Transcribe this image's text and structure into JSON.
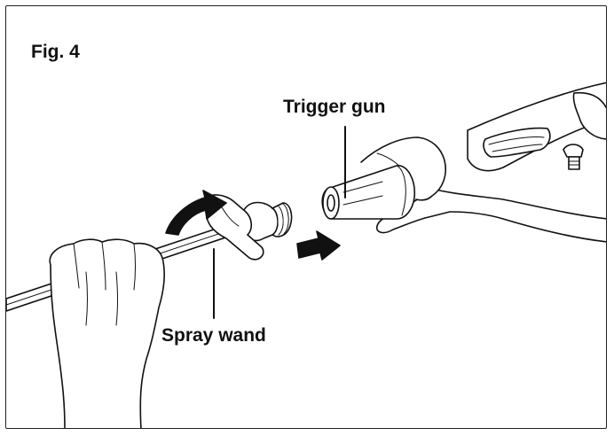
{
  "figure": {
    "label": "Fig. 4",
    "callouts": {
      "trigger_gun": "Trigger gun",
      "spray_wand": "Spray wand"
    }
  },
  "colors": {
    "line": "#111111",
    "fill": "#ffffff",
    "arrow": "#111111"
  },
  "icons": {
    "rotation_arrow": "curved-arrow-icon",
    "push_arrow": "right-arrow-icon"
  }
}
